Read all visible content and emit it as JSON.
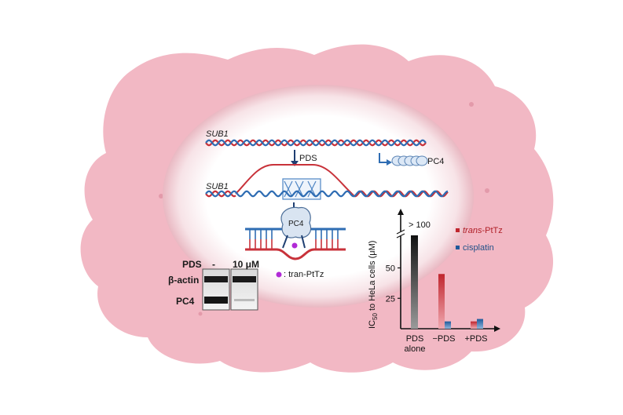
{
  "gene_label_top": "SUB1",
  "gene_label_bottom": "SUB1",
  "pds_arrow_label": "PDS",
  "protein_label_expressed": "PC4",
  "protein_label_bound": "PC4",
  "compound_legend": ": tran-PtTz",
  "blot": {
    "header_treatment": "PDS",
    "lane1": "-",
    "lane2": "10 μM",
    "row1": "β-actin",
    "row2": "PC4"
  },
  "colors": {
    "cell": "#f2b8c4",
    "dna_red": "#c8323a",
    "dna_blue": "#2f6db3",
    "trans_ptTz": "#c0262e",
    "cisplatin": "#1f5a9a",
    "pds_alone": "#222222"
  },
  "chart_data": {
    "type": "bar",
    "categories": [
      "PDS alone",
      "−PDS",
      "+PDS"
    ],
    "category_lines": [
      [
        "PDS",
        "alone"
      ],
      [
        "−PDS"
      ],
      [
        "+PDS"
      ]
    ],
    "series": [
      {
        "name": "trans-PtTz",
        "values": [
          null,
          45,
          6
        ]
      },
      {
        "name": "cisplatin",
        "values": [
          null,
          6,
          8
        ]
      },
      {
        "name": "",
        "values": [
          100,
          null,
          null
        ]
      }
    ],
    "ylabel": "IC50 to HeLa cells (μM)",
    "ylabel_main": "IC",
    "ylabel_sub": "50",
    "ylabel_rest": " to HeLa cells (μM)",
    "ytick_labels": [
      "25",
      "50"
    ],
    "yticks": [
      25,
      50
    ],
    "axis_break": true,
    "annotation": "> 100",
    "legend_placement": "top-right",
    "legend": [
      {
        "prefix_italic": "trans",
        "suffix": "-PtTz"
      },
      {
        "prefix_italic": "",
        "suffix": "cisplatin"
      }
    ]
  }
}
